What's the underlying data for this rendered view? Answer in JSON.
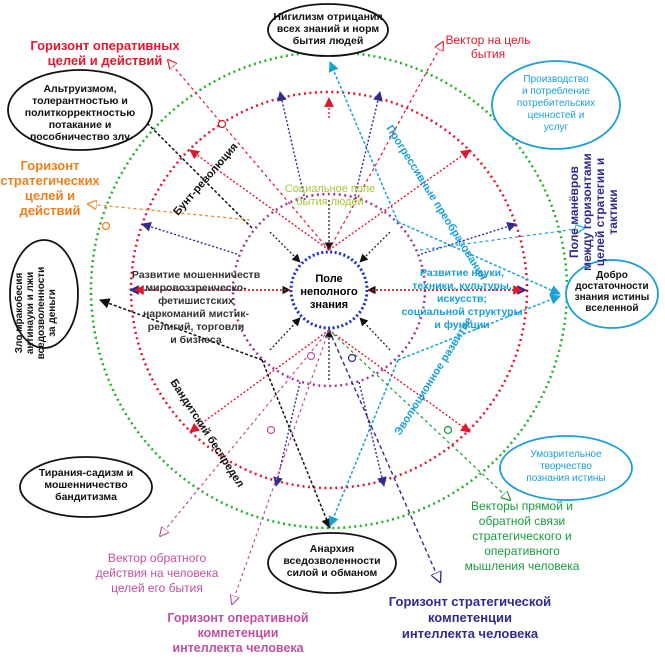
{
  "center": {
    "lines": [
      "Поле",
      "неполного",
      "знания"
    ],
    "color": "#000000"
  },
  "social_field": {
    "lines": [
      "Социальное поле",
      "бытия людей"
    ],
    "color": "#a8c832"
  },
  "nodes": {
    "nihilism": {
      "lines": [
        "Нигилизм отрицания",
        "всех знаний и норм",
        "бытия людей"
      ]
    },
    "altruism": {
      "lines": [
        "Альтруизмом,",
        "толерантностью и",
        "политкорректностью",
        "потакание и",
        "пособничество злу"
      ]
    },
    "evil": {
      "lines": [
        "Зло мракобесия",
        "антинауки и лжи",
        "вседозволенности",
        "за деньги"
      ]
    },
    "tyranny": {
      "lines": [
        "Тирания-садизм и",
        "мошенничество",
        "бандитизма"
      ]
    },
    "anarchy": {
      "lines": [
        "Анархия",
        "вседозволенности",
        "силой и обманом"
      ]
    },
    "production": {
      "lines": [
        "Производство",
        "и потребление",
        "потребительских",
        "ценностей и",
        "услуг"
      ]
    },
    "good": {
      "lines": [
        "Добро",
        "достаточности",
        "знания истины",
        "вселенной"
      ]
    },
    "creativity": {
      "lines": [
        "Умозрительное",
        "творчество",
        "познания истины"
      ]
    }
  },
  "labels": {
    "operative_horizon": {
      "lines": [
        "Горизонт оперативных",
        "целей и действий"
      ],
      "color": "#e0182e"
    },
    "strategic_horizon": {
      "lines": [
        "Горизонт",
        "стратегических",
        "целей и",
        "действий"
      ],
      "color": "#f07f1a"
    },
    "goal_vector": {
      "lines": [
        "Вектор на цель",
        "бытия"
      ],
      "color": "#e0182e"
    },
    "maneuver_field": {
      "lines": [
        "Поле манёвров",
        "между горизонтами",
        "целей стратегии и",
        "тактики"
      ],
      "color": "#2e2c8c"
    },
    "feedback_vectors": {
      "lines": [
        "Векторы прямой и",
        "обратной связи",
        "стратегического и",
        "оперативного",
        "мышления человека"
      ],
      "color": "#1a9a3c"
    },
    "reverse_vector": {
      "lines": [
        "Вектор обратного",
        "действия на человека",
        "целей его бытия"
      ],
      "color": "#c050a0"
    },
    "operative_competence": {
      "lines": [
        "Горизонт оперативной",
        "компетенции",
        "интеллекта человека"
      ],
      "color": "#c050a0"
    },
    "strategic_competence": {
      "lines": [
        "Горизонт стратегической",
        "компетенции",
        "интеллекта человека"
      ],
      "color": "#2e2c8c"
    },
    "fraud_development": {
      "lines": [
        "Развитие мошенничеств",
        "мировоззренческо-",
        "фетишистских",
        "наркоманий мистик-",
        "религий, торговли",
        "и бизнеса"
      ],
      "color": "#333333"
    },
    "science_development": {
      "lines": [
        "Развитие науки,",
        "техники, культуры,",
        "искусств;",
        "социальной структуры",
        "и функции"
      ],
      "color": "#1a9fd6"
    }
  },
  "diagonals": {
    "riot": "Бунт-революция",
    "progressive": "Прогрессивные преобразования",
    "bandit": "Бандитский беспредел",
    "evolution": "Эволюционное развитие"
  },
  "colors": {
    "green": "#23b02a",
    "red": "#e0182e",
    "purple": "#9b3a96",
    "blue": "#1c2ad6",
    "cyan": "#1a9fd6",
    "navy": "#2e2c8c",
    "orange": "#f07f1a",
    "magenta": "#c050a0",
    "black": "#111111"
  }
}
